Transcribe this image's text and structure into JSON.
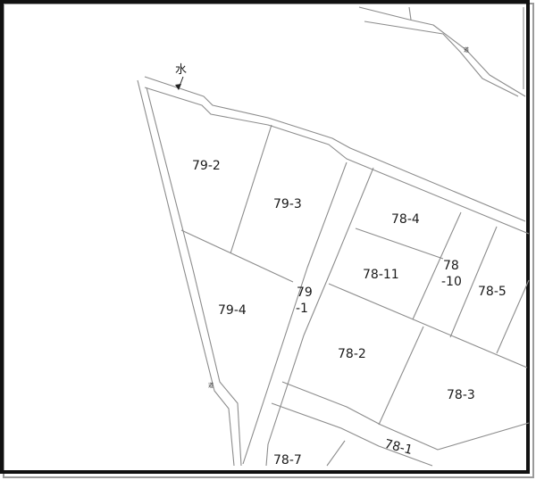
{
  "map": {
    "water_mark": "水",
    "road_mark_top": "道",
    "road_mark_left": "道",
    "parcels": {
      "p79_2": "79-2",
      "p79_3": "79-3",
      "p79_4": "79-4",
      "p79_1_a": "79",
      "p79_1_b": "-1",
      "p78_4": "78-4",
      "p78_11": "78-11",
      "p78_10_a": "78",
      "p78_10_b": "-10",
      "p78_5": "78-5",
      "p78_2": "78-2",
      "p78_3": "78-3",
      "p78_1": "78-1",
      "p78_7": "78-7"
    }
  }
}
